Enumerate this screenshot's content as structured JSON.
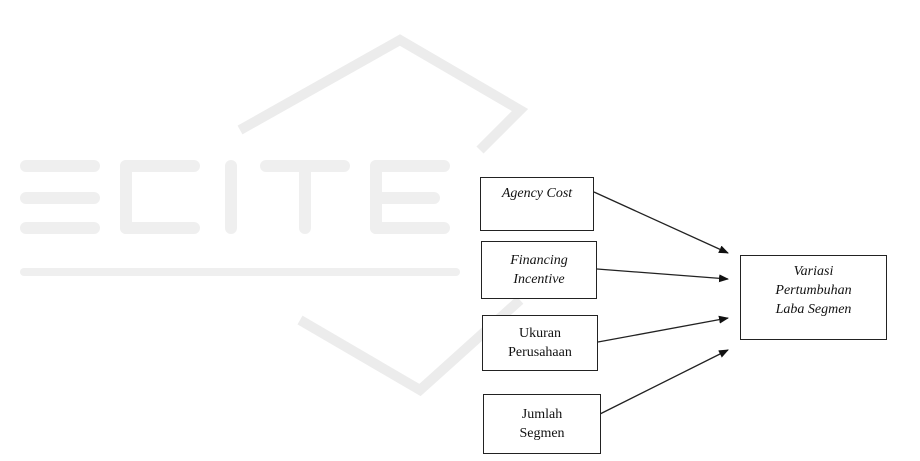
{
  "watermark": {
    "title": "SCITEPRESS",
    "subtitle": "SCIENCE AND TECHNOLOGY PUBLICATIONS",
    "color": "#e6e6e6"
  },
  "diagram": {
    "inputs": [
      {
        "line1": "Agency Cost",
        "line2": "",
        "italic": true
      },
      {
        "line1": "Financing",
        "line2": "Incentive",
        "italic": true
      },
      {
        "line1": "Ukuran",
        "line2": "Perusahaan",
        "italic": false
      },
      {
        "line1": "Jumlah",
        "line2": "Segmen",
        "italic": false
      }
    ],
    "output": {
      "line1": "Variasi",
      "line2": "Pertumbuhan",
      "line3": "Laba Segmen"
    }
  }
}
